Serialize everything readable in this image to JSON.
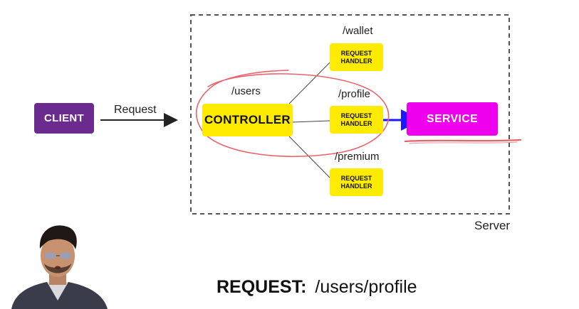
{
  "diagram": {
    "client": "CLIENT",
    "request_arrow_label": "Request",
    "controller": "CONTROLLER",
    "controller_route": "/users",
    "handlers": [
      {
        "route": "/wallet",
        "line1": "REQUEST",
        "line2": "HANDLER"
      },
      {
        "route": "/profile",
        "line1": "REQUEST",
        "line2": "HANDLER"
      },
      {
        "route": "/premium",
        "line1": "REQUEST",
        "line2": "HANDLER"
      }
    ],
    "service": "SERVICE",
    "server_label": "Server"
  },
  "caption": {
    "key": "REQUEST:",
    "value": "/users/profile"
  },
  "colors": {
    "client": "#6a2a8e",
    "controller_handler": "#ffeb00",
    "service": "#ee00ee",
    "highlight_arrow": "#1a1aff",
    "annotation": "#e8646c"
  }
}
